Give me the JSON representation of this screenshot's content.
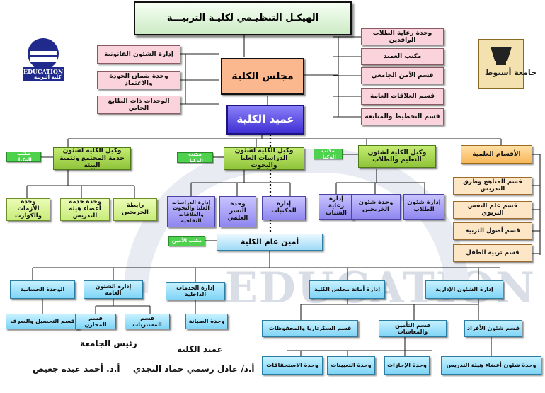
{
  "title": "الهيكـل التنظيـمي لكليـة التربيـــة",
  "watermark": {
    "text": "EDUCATION"
  },
  "logos": {
    "education": {
      "en": "EDUCATION",
      "ar": "كلية التربية"
    },
    "assiut": "جامعة أسيوط"
  },
  "council": "مجلس الكلية",
  "dean": "عميد الكلية",
  "left_units": [
    "إدارة الشئون القانونية",
    "وحدة ضمان الجودة والاعتماد",
    "الوحدات ذات الطابع الخاص"
  ],
  "right_units": [
    "وحدة رعاية الطلاب الوافدين",
    "مكتب العميد",
    "قسم الأمن الجامعي",
    "قسم العلاقات العامة",
    "قسم التخطيط والمتابعة"
  ],
  "vices": [
    {
      "title": "وكيل الكلية لشئون خدمة المجتمع وتنمية البيئة",
      "office": "مكتب الوكيل",
      "subs": [
        "وحدة الأزمات والكوارث",
        "وحدة خدمة أعضاء هيئة التدريس",
        "رابطة الخريجين"
      ]
    },
    {
      "title": "وكيل الكلية لشئون الدراسات العليا والبحوث",
      "office": "مكتب الوكيل",
      "subs": [
        "إدارة الدراسات العليا والبحوث والعلاقات الثقافية",
        "وحدة النشر العلمي",
        "إدارة المكتبات"
      ]
    },
    {
      "title": "وكيل الكلية لشئون التعليم والطلاب",
      "office": "مكتب الوكيل",
      "subs": [
        "إدارة رعاية الشباب",
        "وحدة شئون الخريجين",
        "إدارة شئون الطلاب"
      ]
    }
  ],
  "departments": {
    "title": "الأقسام العلمية",
    "list": [
      "قسم المناهج وطرق التدريس",
      "قسم علم النفس التربوي",
      "قسم أصول التربية",
      "قسم تربية الطفل"
    ]
  },
  "secretary": {
    "title": "أمين عام الكلية",
    "office": "مكتب الأمين"
  },
  "admin": [
    {
      "title": "الوحدة الحسابية",
      "subs": [
        "قسم التحصيل والصرف"
      ]
    },
    {
      "title": "إدارة الشئون العامة",
      "subs": [
        "قسم المخازن",
        "قسم المشتريات"
      ]
    },
    {
      "title": "إدارة الخدمات الداخلية",
      "subs": [
        "وحدة الصيانة"
      ]
    },
    {
      "title": "إدارة أمانة مجلس الكلية",
      "subs": [
        "قسم السكرتاريا والمحفوظات",
        "قسم التأمين والمعاشات",
        "وحدة الاستحقاقات",
        "وحدة التعيينات",
        "وحدة الإجازات"
      ]
    },
    {
      "title": "إدارة الشئون الإدارية",
      "subs": [
        "قسم شئون الأفراد",
        "وحدة شئون أعضاء هيئة التدريس"
      ]
    }
  ],
  "signatures": {
    "president_title": "رئيس الجامعة",
    "president_name": "أ.د. أحمد عبده جعيص",
    "dean_title": "عميد الكلية",
    "dean_name": "أ.د/ عادل رسمي حماد النجدي"
  }
}
